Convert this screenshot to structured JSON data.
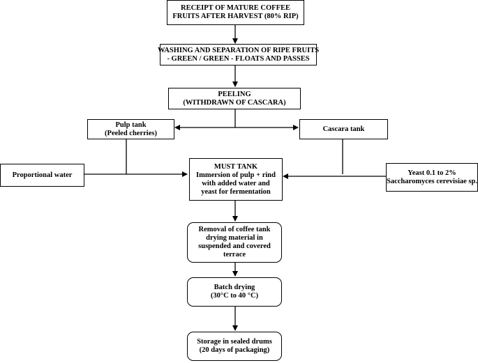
{
  "nodes": {
    "receipt": {
      "lines": [
        "RECEIPT OF MATURE COFFEE",
        "FRUITS AFTER HARVEST (80% RIP)"
      ]
    },
    "washing": {
      "lines": [
        "WASHING AND SEPARATION OF RIPE FRUITS",
        "- GREEN / GREEN - FLOATS AND PASSES"
      ]
    },
    "peeling": {
      "lines": [
        "PEELING",
        "(WITHDRAWN OF CASCARA)"
      ]
    },
    "pulp_tank": {
      "lines": [
        "Pulp tank",
        "(Peeled cherries)"
      ]
    },
    "cascara_tank": {
      "lines": [
        "Cascara tank"
      ]
    },
    "proportional_water": {
      "lines": [
        "Proportional water"
      ]
    },
    "must_tank": {
      "lines": [
        "MUST TANK",
        "Immersion of pulp + rind",
        "with added water and",
        "yeast for fermentation"
      ]
    },
    "yeast": {
      "lines": [
        "Yeast 0.1 to 2%",
        "Saccharomyces cerevisiae sp."
      ]
    },
    "removal": {
      "lines": [
        "Removal of coffee tank",
        "drying material in",
        "suspended and covered",
        "terrace"
      ]
    },
    "batch_drying": {
      "lines": [
        "Batch drying",
        "(30°C to 40 °C)"
      ]
    },
    "storage": {
      "lines": [
        "Storage in sealed drums",
        "(20 days of packaging)"
      ]
    }
  },
  "colors": {
    "stroke": "#000000",
    "background": "#ffffff"
  }
}
